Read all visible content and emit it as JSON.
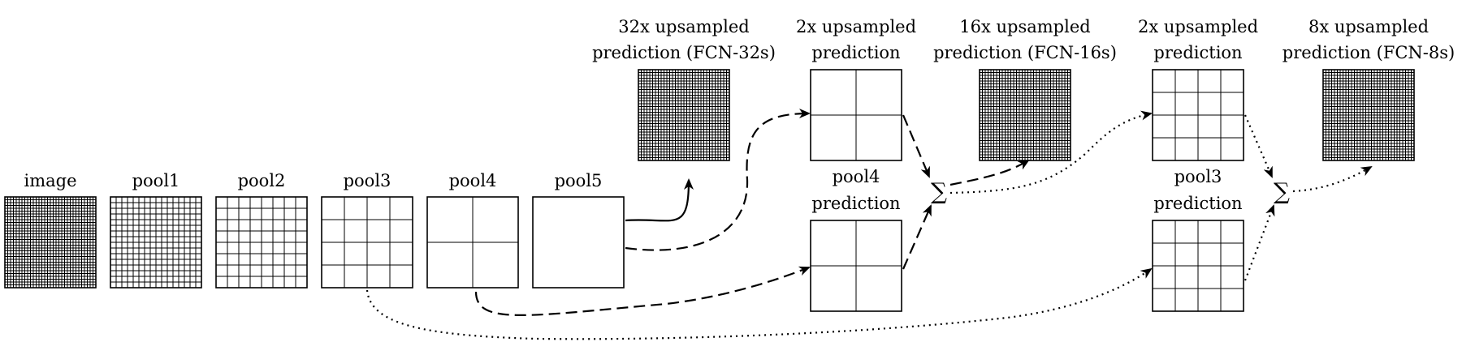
{
  "labels": {
    "image": "image",
    "pool1": "pool1",
    "pool2": "pool2",
    "pool3": "pool3",
    "pool4": "pool4",
    "pool5": "pool5",
    "fcn32_line1": "32x upsampled",
    "fcn32_line2": "prediction (FCN-32s)",
    "up2a_line1": "2x upsampled",
    "up2a_line2": "prediction",
    "fcn16_line1": "16x upsampled",
    "fcn16_line2": "prediction (FCN-16s)",
    "up2b_line1": "2x upsampled",
    "up2b_line2": "prediction",
    "fcn8_line1": "8x upsampled",
    "fcn8_line2": "prediction (FCN-8s)",
    "pool4pred_line1": "pool4",
    "pool4pred_line2": "prediction",
    "pool3pred_line1": "pool3",
    "pool3pred_line2": "prediction"
  },
  "sum_symbol": "∑",
  "grids": {
    "image": 32,
    "pool1": 16,
    "pool2": 8,
    "pool3": 4,
    "pool4": 2,
    "pool5": 1,
    "fcn32": 32,
    "up2a": 2,
    "pool4pred": 2,
    "fcn16": 32,
    "up2b": 4,
    "pool3pred": 4,
    "fcn8": 32
  }
}
